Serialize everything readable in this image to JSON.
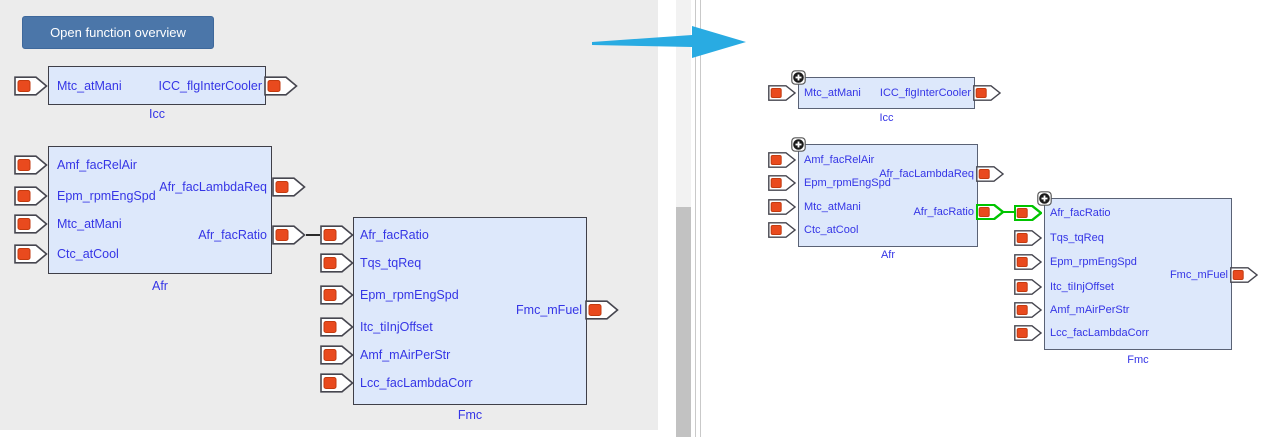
{
  "left_panel": {
    "button": {
      "label": "Open function overview"
    },
    "blocks": {
      "icc": {
        "label": "Icc",
        "inputs": [
          "Mtc_atMani"
        ],
        "outputs": [
          "ICC_flgInterCooler"
        ]
      },
      "afr": {
        "label": "Afr",
        "inputs": [
          "Amf_facRelAir",
          "Epm_rpmEngSpd",
          "Mtc_atMani",
          "Ctc_atCool"
        ],
        "outputs": [
          "Afr_facLambdaReq",
          "Afr_facRatio"
        ]
      },
      "fmc": {
        "label": "Fmc",
        "inputs": [
          "Afr_facRatio",
          "Tqs_tqReq",
          "Epm_rpmEngSpd",
          "Itc_tiInjOffset",
          "Amf_mAirPerStr",
          "Lcc_facLambdaCorr"
        ],
        "outputs": [
          "Fmc_mFuel"
        ]
      }
    },
    "connections": [
      {
        "from": "Afr.Afr_facRatio",
        "to": "Fmc.Afr_facRatio"
      }
    ]
  },
  "right_panel": {
    "blocks": {
      "icc": {
        "label": "Icc",
        "inputs": [
          "Mtc_atMani"
        ],
        "outputs": [
          "ICC_flgInterCooler"
        ]
      },
      "afr": {
        "label": "Afr",
        "inputs": [
          "Amf_facRelAir",
          "Epm_rpmEngSpd",
          "Mtc_atMani",
          "Ctc_atCool"
        ],
        "outputs": [
          "Afr_facLambdaReq",
          "Afr_facRatio"
        ]
      },
      "fmc": {
        "label": "Fmc",
        "inputs": [
          "Afr_facRatio",
          "Tqs_tqReq",
          "Epm_rpmEngSpd",
          "Itc_tiInjOffset",
          "Amf_mAirPerStr",
          "Lcc_facLambdaCorr"
        ],
        "outputs": [
          "Fmc_mFuel"
        ]
      }
    },
    "highlighted_connection": {
      "from": "Afr.Afr_facRatio",
      "to": "Fmc.Afr_facRatio",
      "color": "#00c400"
    }
  },
  "icons": {
    "expand": "plus-icon",
    "port": "signal-port-icon",
    "transition": "right-arrow-icon"
  },
  "colors": {
    "panel_bg": "#ececec",
    "block_fill": "#dde8fb",
    "block_border_left": "#3f3f48",
    "block_border_right": "#5a6275",
    "label_text": "#3535e6",
    "port_square": "#e94a1e",
    "highlight_green": "#00c400",
    "button_bg": "#4b76a9",
    "arrow_blue": "#29abe2"
  }
}
